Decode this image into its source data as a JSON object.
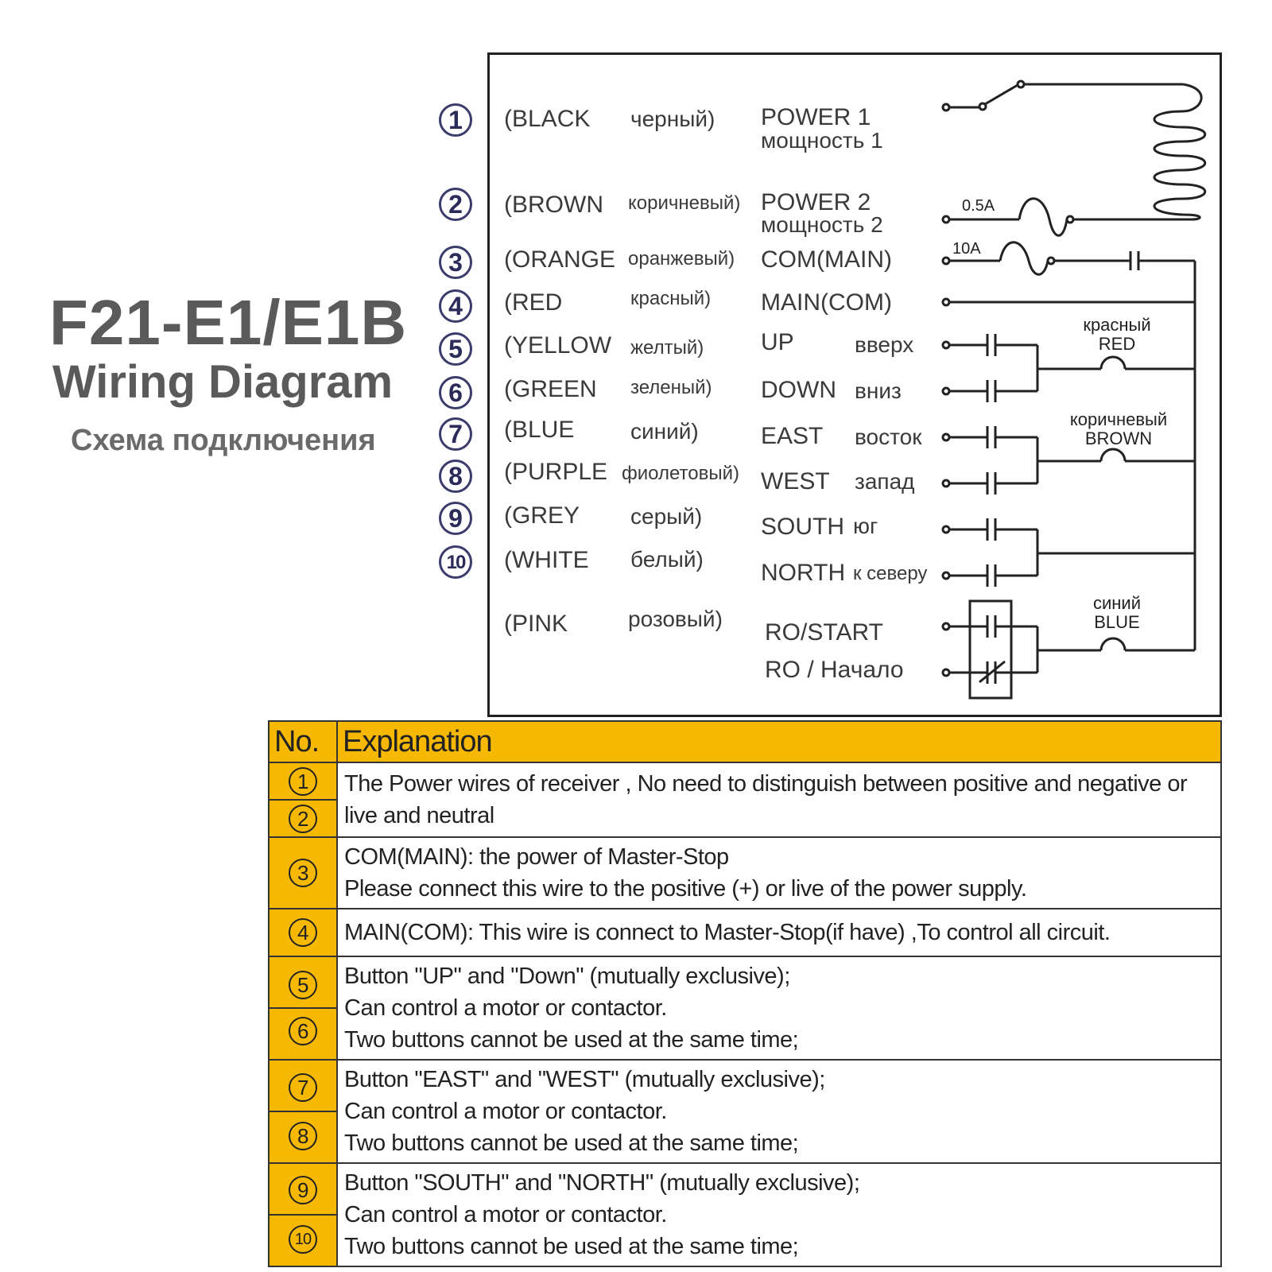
{
  "title": {
    "model": "F21-E1/E1B",
    "subtitle": "Wiring Diagram",
    "subtitle_ru": "Схема подключения"
  },
  "wires": [
    {
      "no": "1",
      "color_en": "(BLACK",
      "color_ru": "черный)",
      "func_en": "POWER 1",
      "func_ru": "мощность 1"
    },
    {
      "no": "2",
      "color_en": "(BROWN",
      "color_ru": "коричневый)",
      "func_en": "POWER 2",
      "func_ru": "мощность 2"
    },
    {
      "no": "3",
      "color_en": "(ORANGE",
      "color_ru": "оранжевый)",
      "func_en": "COM(MAIN)",
      "func_ru": ""
    },
    {
      "no": "4",
      "color_en": "(RED",
      "color_ru": "красный)",
      "func_en": "MAIN(COM)",
      "func_ru": ""
    },
    {
      "no": "5",
      "color_en": "(YELLOW",
      "color_ru": "желтый)",
      "func_en": "UP",
      "func_ru": "вверх"
    },
    {
      "no": "6",
      "color_en": "(GREEN",
      "color_ru": "зеленый)",
      "func_en": "DOWN",
      "func_ru": "вниз"
    },
    {
      "no": "7",
      "color_en": "(BLUE",
      "color_ru": "синий)",
      "func_en": "EAST",
      "func_ru": "восток"
    },
    {
      "no": "8",
      "color_en": "(PURPLE",
      "color_ru": "фиолетовый)",
      "func_en": "WEST",
      "func_ru": "запад"
    },
    {
      "no": "9",
      "color_en": "(GREY",
      "color_ru": "серый)",
      "func_en": "SOUTH",
      "func_ru": "юг"
    },
    {
      "no": "10",
      "color_en": "(WHITE",
      "color_ru": "белый)",
      "func_en": "NORTH",
      "func_ru": "к северу"
    },
    {
      "no": "",
      "color_en": "(PINK",
      "color_ru": "розовый)",
      "func_en": "RO/START",
      "func_ru": "RO / Начало"
    }
  ],
  "fuses": {
    "power2": "0.5A",
    "com": "10A"
  },
  "loads": [
    {
      "ru": "красный",
      "en": "RED"
    },
    {
      "ru": "коричневый",
      "en": "BROWN"
    },
    {
      "ru": "синий",
      "en": "BLUE"
    }
  ],
  "table": {
    "header_no": "No.",
    "header_explanation": "Explanation",
    "rows": [
      {
        "nums": [
          "1",
          "2"
        ],
        "text": "The Power  wires of receiver , No need to distinguish between positive and negative or live and neutral"
      },
      {
        "nums": [
          "3"
        ],
        "text_lines": [
          "COM(MAIN): the power of Master-Stop",
          "Please connect this wire to the positive (+)  or live of the power supply."
        ]
      },
      {
        "nums": [
          "4"
        ],
        "text_lines": [
          "MAIN(COM): This wire is  connect to Master-Stop(if have) ,To control all circuit."
        ]
      },
      {
        "nums": [
          "5",
          "6"
        ],
        "text_lines": [
          "Button \"UP\" and \"Down\" (mutually exclusive);",
          "Can control a motor or contactor.",
          "Two buttons  cannot be used at the same time;"
        ]
      },
      {
        "nums": [
          "7",
          "8"
        ],
        "text_lines": [
          "Button \"EAST\" and \"WEST\" (mutually exclusive);",
          "Can control a motor or contactor.",
          "Two buttons  cannot be used at the same time;"
        ]
      },
      {
        "nums": [
          "9",
          "10"
        ],
        "text_lines": [
          "Button \"SOUTH\" and \"NORTH\" (mutually exclusive);",
          "Can control a motor or contactor.",
          "Two buttons  cannot be used at the same time;"
        ]
      }
    ]
  }
}
